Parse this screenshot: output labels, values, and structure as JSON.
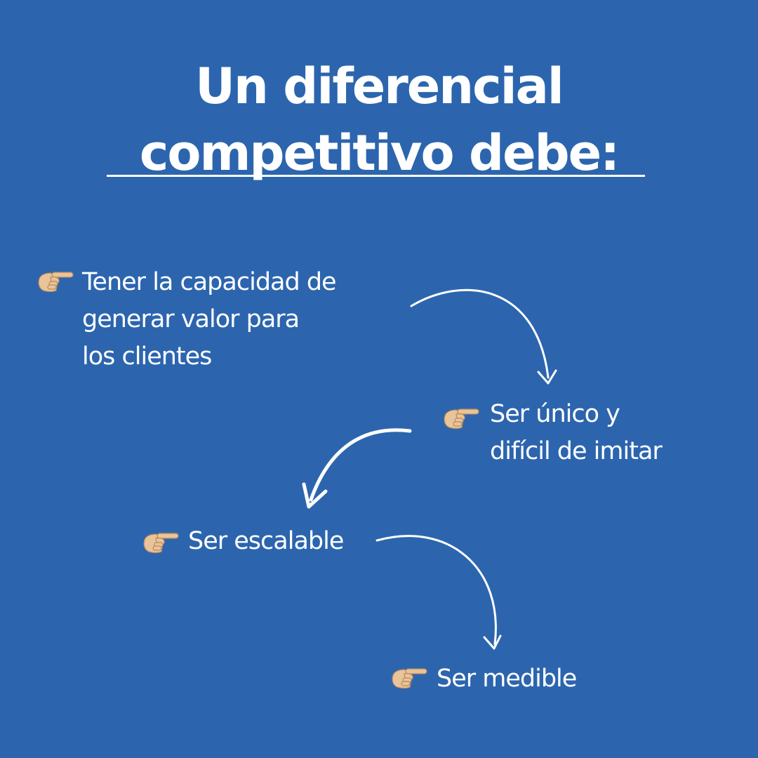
{
  "title": {
    "line1": "Un diferencial",
    "line2": "competitivo debe:"
  },
  "items": [
    {
      "icon": "pointing-hand-icon",
      "lines": [
        "Tener la capacidad de",
        "generar valor para",
        "los clientes"
      ]
    },
    {
      "icon": "pointing-hand-icon",
      "lines": [
        "Ser único y",
        "difícil de imitar"
      ]
    },
    {
      "icon": "pointing-hand-icon",
      "lines": [
        "Ser escalable"
      ]
    },
    {
      "icon": "pointing-hand-icon",
      "lines": [
        "Ser medible"
      ]
    }
  ],
  "colors": {
    "background": "#2c65ae",
    "text": "#ffffff",
    "hand": "#e9c49a"
  }
}
